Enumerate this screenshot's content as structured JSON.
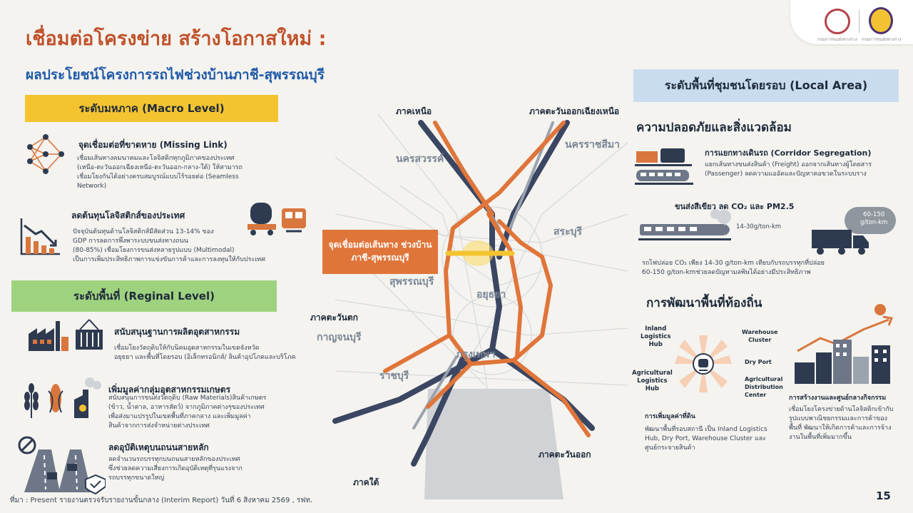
{
  "title": "เชื่อมต่อโครงข่าย สร้างโอกาสใหม่ :",
  "subtitle": "ผลประโยชน์โครงการรถไฟช่วงบ้านภาชี-สุพรรณบุรี",
  "logos": {
    "left_caption": "กรมการขนส่งทางราง",
    "right_caption": "กรมการขนส่งทางราง"
  },
  "macro": {
    "band": "ระดับมหภาค (Macro Level)",
    "items": [
      {
        "icon": "network-icon",
        "heading": "จุดเชื่อมต่อที่ขาดหาย (Missing Link)",
        "lines": [
          "เชื่อมเส้นทางคมนาคมและโลจิสติกทุกภูมิภาคของประเทศ",
          "(เหนือ-ตะวันออกเฉียงเหนือ-ตะวันออก-กลาง-ใต้) ให้สามารถ",
          "เชื่อมโยงกันได้อย่างครบสมบูรณ์แบบไร้รอยต่อ (Seamless",
          "Network)"
        ]
      },
      {
        "icon": "cost-decline-chart-icon",
        "heading": "ลดต้นทุนโลจิสติกส์ของประเทศ",
        "lines": [
          "ปัจจุบันต้นทุนด้านโลจิสติกส์มีสัดส่วน 13-14% ของ",
          "GDP การลดการพึ่งพาระบบขนส่งทางถนน",
          "(80-85%) เชื่อมโยงการขนส่งหลายรูปแบบ (Multimodal)",
          "เป็นการเพิ่มประสิทธิภาพการแข่งขันการค้าและการลงทุนให้กับประเทศ"
        ]
      }
    ]
  },
  "regional": {
    "band": "ระดับพื้นที่ (Reginal Level)",
    "items": [
      {
        "icon": "factory-icon",
        "heading": "สนับสนุนฐานการผลิตอุตสาหกรรม",
        "lines": [
          "เชื่อมโยงวัตถุดิบให้กับนิคมอุตสาหกรรมในเขตจังหวัด",
          "อยุธยา และพื้นที่โดยรอบ (อิเล็กทรอนิกส์/ ลินค้าอุปโภคและบริโภค"
        ]
      },
      {
        "icon": "agriculture-icon",
        "heading": "เพิ่มมูลค่ากลุ่มอุตสาหกรรมเกษตร",
        "lines": [
          "สนับสนุนการขนส่งวัตถุดิบ (Raw Materials)สินค้าเกษตร",
          "(ข้าว, น้ำตาล, อาหารสัตว์) จากภูมิภาคต่างๆของประเทศ",
          "เพื่อส่งมาแปรรูปในเขตพื้นที่ภาคกลาง และเพิ่มมูลค่า",
          "สินค้าจากการส่งจำหน่ายต่างประเทศ"
        ]
      },
      {
        "icon": "road-safety-icon",
        "heading": "ลดอุบัติเหตุบนถนนสายหลัก",
        "lines": [
          "ลดจำนวนรถบรรทุกบนถนนสายหลักของประเทศ",
          "ซึ่งช่วยลดความเสี่ยงการเกิดอุบัติเหตุที่รุนแรงจาก",
          "รถบรรทุกขนาดใหญ่"
        ]
      }
    ]
  },
  "map": {
    "labels": {
      "north": "ภาคเหนือ",
      "northeast": "ภาคตะวันออกเฉียงเหนือ",
      "west": "ภาคตะวันตก",
      "east": "ภาคตะวันออก",
      "south": "ภาคใต้",
      "nakhon_sawan": "นครสวรรค์",
      "nakhon_ratchasima": "นครราชสีมา",
      "saraburi": "สระบุรี",
      "suphanburi": "สุพรรณบุรี",
      "ayutthaya": "อยุธยา",
      "kanchanaburi": "กาญจนบุรี",
      "bangkok": "กรุงเทพฯ",
      "ratchaburi": "ราชบุรี"
    },
    "missing_link": {
      "line1": "จุดเชื่อมต่อเส้นทาง ช่วงบ้าน",
      "line2": "ภาชี-สุพรรณบุรี"
    },
    "colors": {
      "orange": "#e0753a",
      "navy": "#3b4662",
      "grey": "#9aa3ae"
    }
  },
  "local": {
    "band": "ระดับพื้นที่ชุมชนโดยรอบ (Local Area)",
    "safety": {
      "heading": "ความปลอดภัยและสิ่งแวดล้อม",
      "segregation": {
        "heading": "การแยกทางเดินรถ (Corridor Segregation)",
        "lines": [
          "แยกเส้นทางขนส่งสินค้า (Freight) ออกจากเส้นทางผู้โดยสาร",
          "(Passenger) ลดความแออัดและปัญหาคอขวดในระบบราง"
        ]
      },
      "green": {
        "heading": "ขนส่งสีเขียว ลด CO₂ และ PM2.5",
        "train_value": "14-30g/ton-km",
        "truck_value_line1": "60-150",
        "truck_value_line2": "g/ton-km",
        "lines": [
          "รถไฟปล่อย CO₂ เพียง 14-30 g/ton-km เทียบกับรถบรรทุกที่ปล่อย",
          "60-150 g/ton-kmช่วยลดปัญหามลพิษได้อย่างมีประสิทธิภาพ"
        ]
      }
    },
    "development": {
      "heading": "การพัฒนาพื้นที่ท้องถิ่น",
      "hub_labels": {
        "inland": [
          "Inland",
          "Logistics",
          "Hub"
        ],
        "agri_hub": [
          "Agricultural",
          "Logistics",
          "Hub"
        ],
        "warehouse": [
          "Warehouse",
          "Cluster"
        ],
        "dry_port": [
          "Dry Port"
        ],
        "agri_dist": [
          "Agricultural",
          "Distribution",
          "Center"
        ]
      },
      "value_add": {
        "heading": "การเพิ่มมูลค่าที่ดิน",
        "lines": [
          "พัฒนาพื้นที่รอบสถานี เป็น Inland Logistics",
          "Hub, Dry Port, Warehouse Cluster และ",
          "ศูนย์กระจายสินค้า"
        ]
      },
      "jobs": {
        "heading": "การสร้างงานและศูนย์กลางกิจกรรม",
        "lines": [
          "เชื่อมโยงโครงข่ายด้านโลจิสติกเข้ากับ",
          "รูปแบบพาณิชยกรรมและการค้าของ",
          "พื้นที่ พัฒนาให้เกิดการค้าและการจ้าง",
          "งานในพื้นที่เพิ่มมากขึ้น"
        ]
      }
    }
  },
  "footer": "ที่มา : Present รายงานตรวจรับรายงานขั้นกลาง (Interim Report) วันที่ 6 สิงหาคม 2569 , รฟท.",
  "page_number": "15"
}
